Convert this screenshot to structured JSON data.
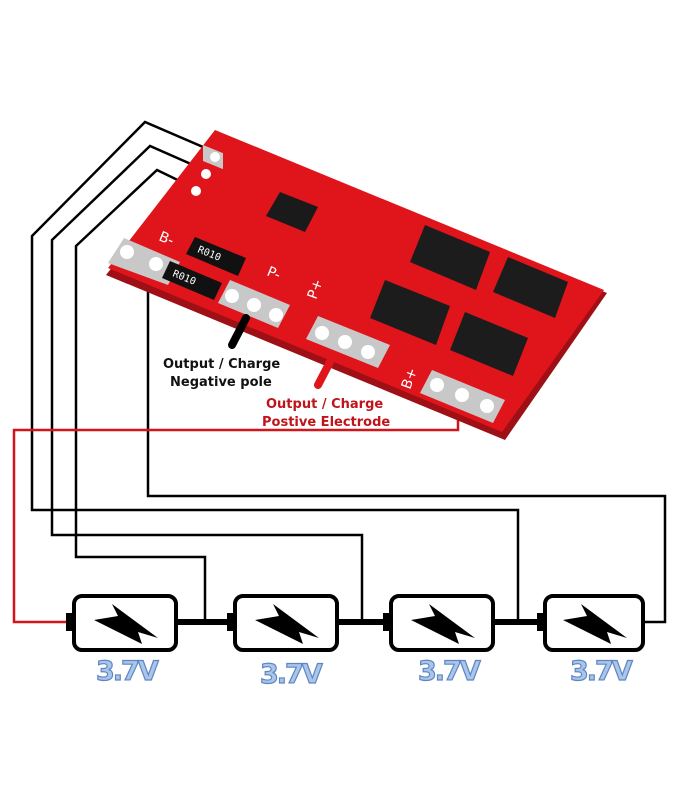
{
  "board": {
    "pad_labels": {
      "b_minus": "B-",
      "p_minus": "P-",
      "p_plus": "P+",
      "b_plus": "B+"
    },
    "resistor_marking": "R010",
    "colors": {
      "pcb": "#e0141b",
      "pad": "#c8c8c8",
      "chip": "#1a1a1a"
    }
  },
  "annotations": {
    "negative": {
      "line1": "Output / Charge",
      "line2": "Negative pole",
      "color": "#111111"
    },
    "positive": {
      "line1": "Output / Charge",
      "line2": "Postive Electrode",
      "color": "#c0141b"
    }
  },
  "batteries": [
    {
      "voltage": "3.7V"
    },
    {
      "voltage": "3.7V"
    },
    {
      "voltage": "3.7V"
    },
    {
      "voltage": "3.7V"
    }
  ],
  "wire_colors": {
    "balance": "#000000",
    "positive": "#d0161c"
  }
}
